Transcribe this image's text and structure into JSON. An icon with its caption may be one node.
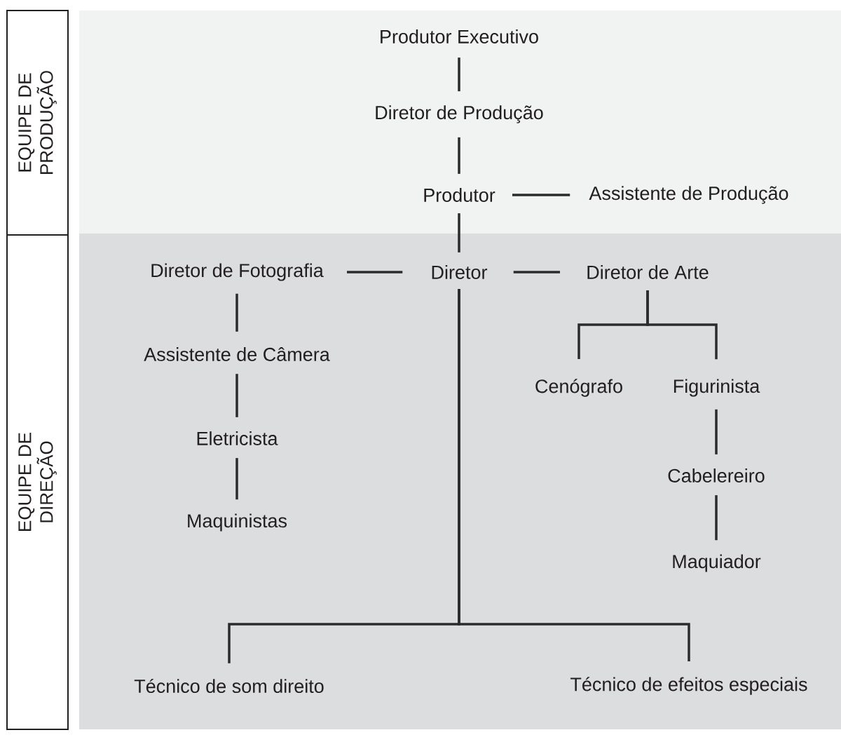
{
  "diagram": {
    "nodes": [
      {
        "text": [
          "EQUIPE DE PRODUÇÃO"
        ]
      },
      {
        "text": [
          "EQUIPE DE DIREÇÃO"
        ]
      },
      {
        "text": [
          "Produtor Executivo"
        ]
      },
      {
        "text": [
          "Diretor de Produção"
        ]
      },
      {
        "text": [
          "Produtor"
        ]
      },
      {
        "text": [
          "Assistente de Produção"
        ]
      },
      {
        "text": [
          "Diretor de Fotografia"
        ]
      },
      {
        "text": [
          "Diretor"
        ]
      },
      {
        "text": [
          "Diretor de Arte"
        ]
      },
      {
        "text": [
          "Assistente de Câmera"
        ]
      },
      {
        "text": [
          "Cenógrafo"
        ]
      },
      {
        "text": [
          "Figurinista"
        ]
      },
      {
        "text": [
          "Eletricista"
        ]
      },
      {
        "text": [
          "Cabelereiro"
        ]
      },
      {
        "text": [
          "Maquinistas"
        ]
      },
      {
        "text": [
          "Maquiador"
        ]
      },
      {
        "text": [
          "Técnico de som direito"
        ]
      },
      {
        "text": [
          "Técnico de efeitos especiais"
        ]
      }
    ],
    "edges": [
      {
        "from": 2,
        "to": 3,
        "arrow": "none"
      },
      {
        "from": 3,
        "to": 4,
        "arrow": "none"
      },
      {
        "from": 4,
        "to": 5,
        "arrow": "none"
      },
      {
        "from": 4,
        "to": 7,
        "arrow": "none"
      },
      {
        "from": 7,
        "to": 6,
        "arrow": "none"
      },
      {
        "from": 7,
        "to": 8,
        "arrow": "none"
      },
      {
        "from": 6,
        "to": 9,
        "arrow": "none"
      },
      {
        "from": 9,
        "to": 12,
        "arrow": "none"
      },
      {
        "from": 12,
        "to": 14,
        "arrow": "none"
      },
      {
        "from": 8,
        "to": 10,
        "arrow": "none"
      },
      {
        "from": 8,
        "to": 11,
        "arrow": "none"
      },
      {
        "from": 11,
        "to": 13,
        "arrow": "none"
      },
      {
        "from": 13,
        "to": 15,
        "arrow": "none"
      },
      {
        "from": 7,
        "to": 16,
        "arrow": "none"
      },
      {
        "from": 7,
        "to": 17,
        "arrow": "none"
      }
    ]
  }
}
